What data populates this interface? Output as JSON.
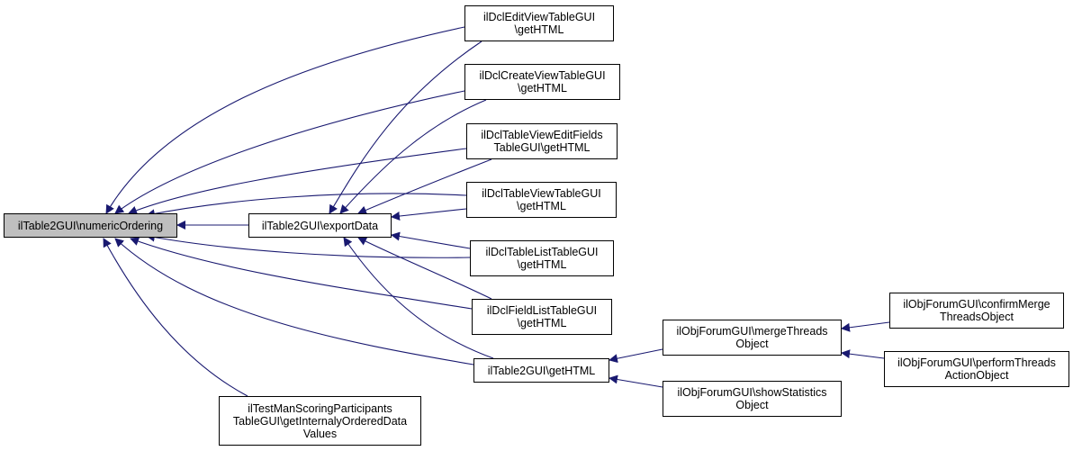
{
  "colors": {
    "edge": "#191970",
    "root_fill": "#bfbfbf",
    "node_border": "#000000"
  },
  "nodes": [
    {
      "id": "numericOrdering",
      "label": "ilTable2GUI\\numericOrdering",
      "root": true
    },
    {
      "id": "exportData",
      "label": "ilTable2GUI\\exportData"
    },
    {
      "id": "editView",
      "label": "ilDclEditViewTableGUI\n\\getHTML"
    },
    {
      "id": "createView",
      "label": "ilDclCreateViewTableGUI\n\\getHTML"
    },
    {
      "id": "editFields",
      "label": "ilDclTableViewEditFields\nTableGUI\\getHTML"
    },
    {
      "id": "tableView",
      "label": "ilDclTableViewTableGUI\n\\getHTML"
    },
    {
      "id": "tableList",
      "label": "ilDclTableListTableGUI\n\\getHTML"
    },
    {
      "id": "fieldList",
      "label": "ilDclFieldListTableGUI\n\\getHTML"
    },
    {
      "id": "getHTML",
      "label": "ilTable2GUI\\getHTML"
    },
    {
      "id": "testMan",
      "label": "ilTestManScoringParticipants\nTableGUI\\getInternalyOrderedData\nValues"
    },
    {
      "id": "mergeThreads",
      "label": "ilObjForumGUI\\mergeThreads\nObject"
    },
    {
      "id": "showStatistics",
      "label": "ilObjForumGUI\\showStatistics\nObject"
    },
    {
      "id": "confirmMerge",
      "label": "ilObjForumGUI\\confirmMerge\nThreadsObject"
    },
    {
      "id": "performThreads",
      "label": "ilObjForumGUI\\performThreads\nActionObject"
    }
  ],
  "edges": [
    {
      "from": "editView",
      "to": "numericOrdering"
    },
    {
      "from": "createView",
      "to": "numericOrdering"
    },
    {
      "from": "editFields",
      "to": "numericOrdering"
    },
    {
      "from": "tableView",
      "to": "numericOrdering"
    },
    {
      "from": "exportData",
      "to": "numericOrdering"
    },
    {
      "from": "tableList",
      "to": "numericOrdering"
    },
    {
      "from": "fieldList",
      "to": "numericOrdering"
    },
    {
      "from": "getHTML",
      "to": "numericOrdering"
    },
    {
      "from": "testMan",
      "to": "numericOrdering"
    },
    {
      "from": "editView",
      "to": "exportData"
    },
    {
      "from": "createView",
      "to": "exportData"
    },
    {
      "from": "editFields",
      "to": "exportData"
    },
    {
      "from": "tableView",
      "to": "exportData"
    },
    {
      "from": "tableList",
      "to": "exportData"
    },
    {
      "from": "fieldList",
      "to": "exportData"
    },
    {
      "from": "getHTML",
      "to": "exportData"
    },
    {
      "from": "mergeThreads",
      "to": "getHTML"
    },
    {
      "from": "showStatistics",
      "to": "getHTML"
    },
    {
      "from": "confirmMerge",
      "to": "mergeThreads"
    },
    {
      "from": "performThreads",
      "to": "mergeThreads"
    }
  ]
}
